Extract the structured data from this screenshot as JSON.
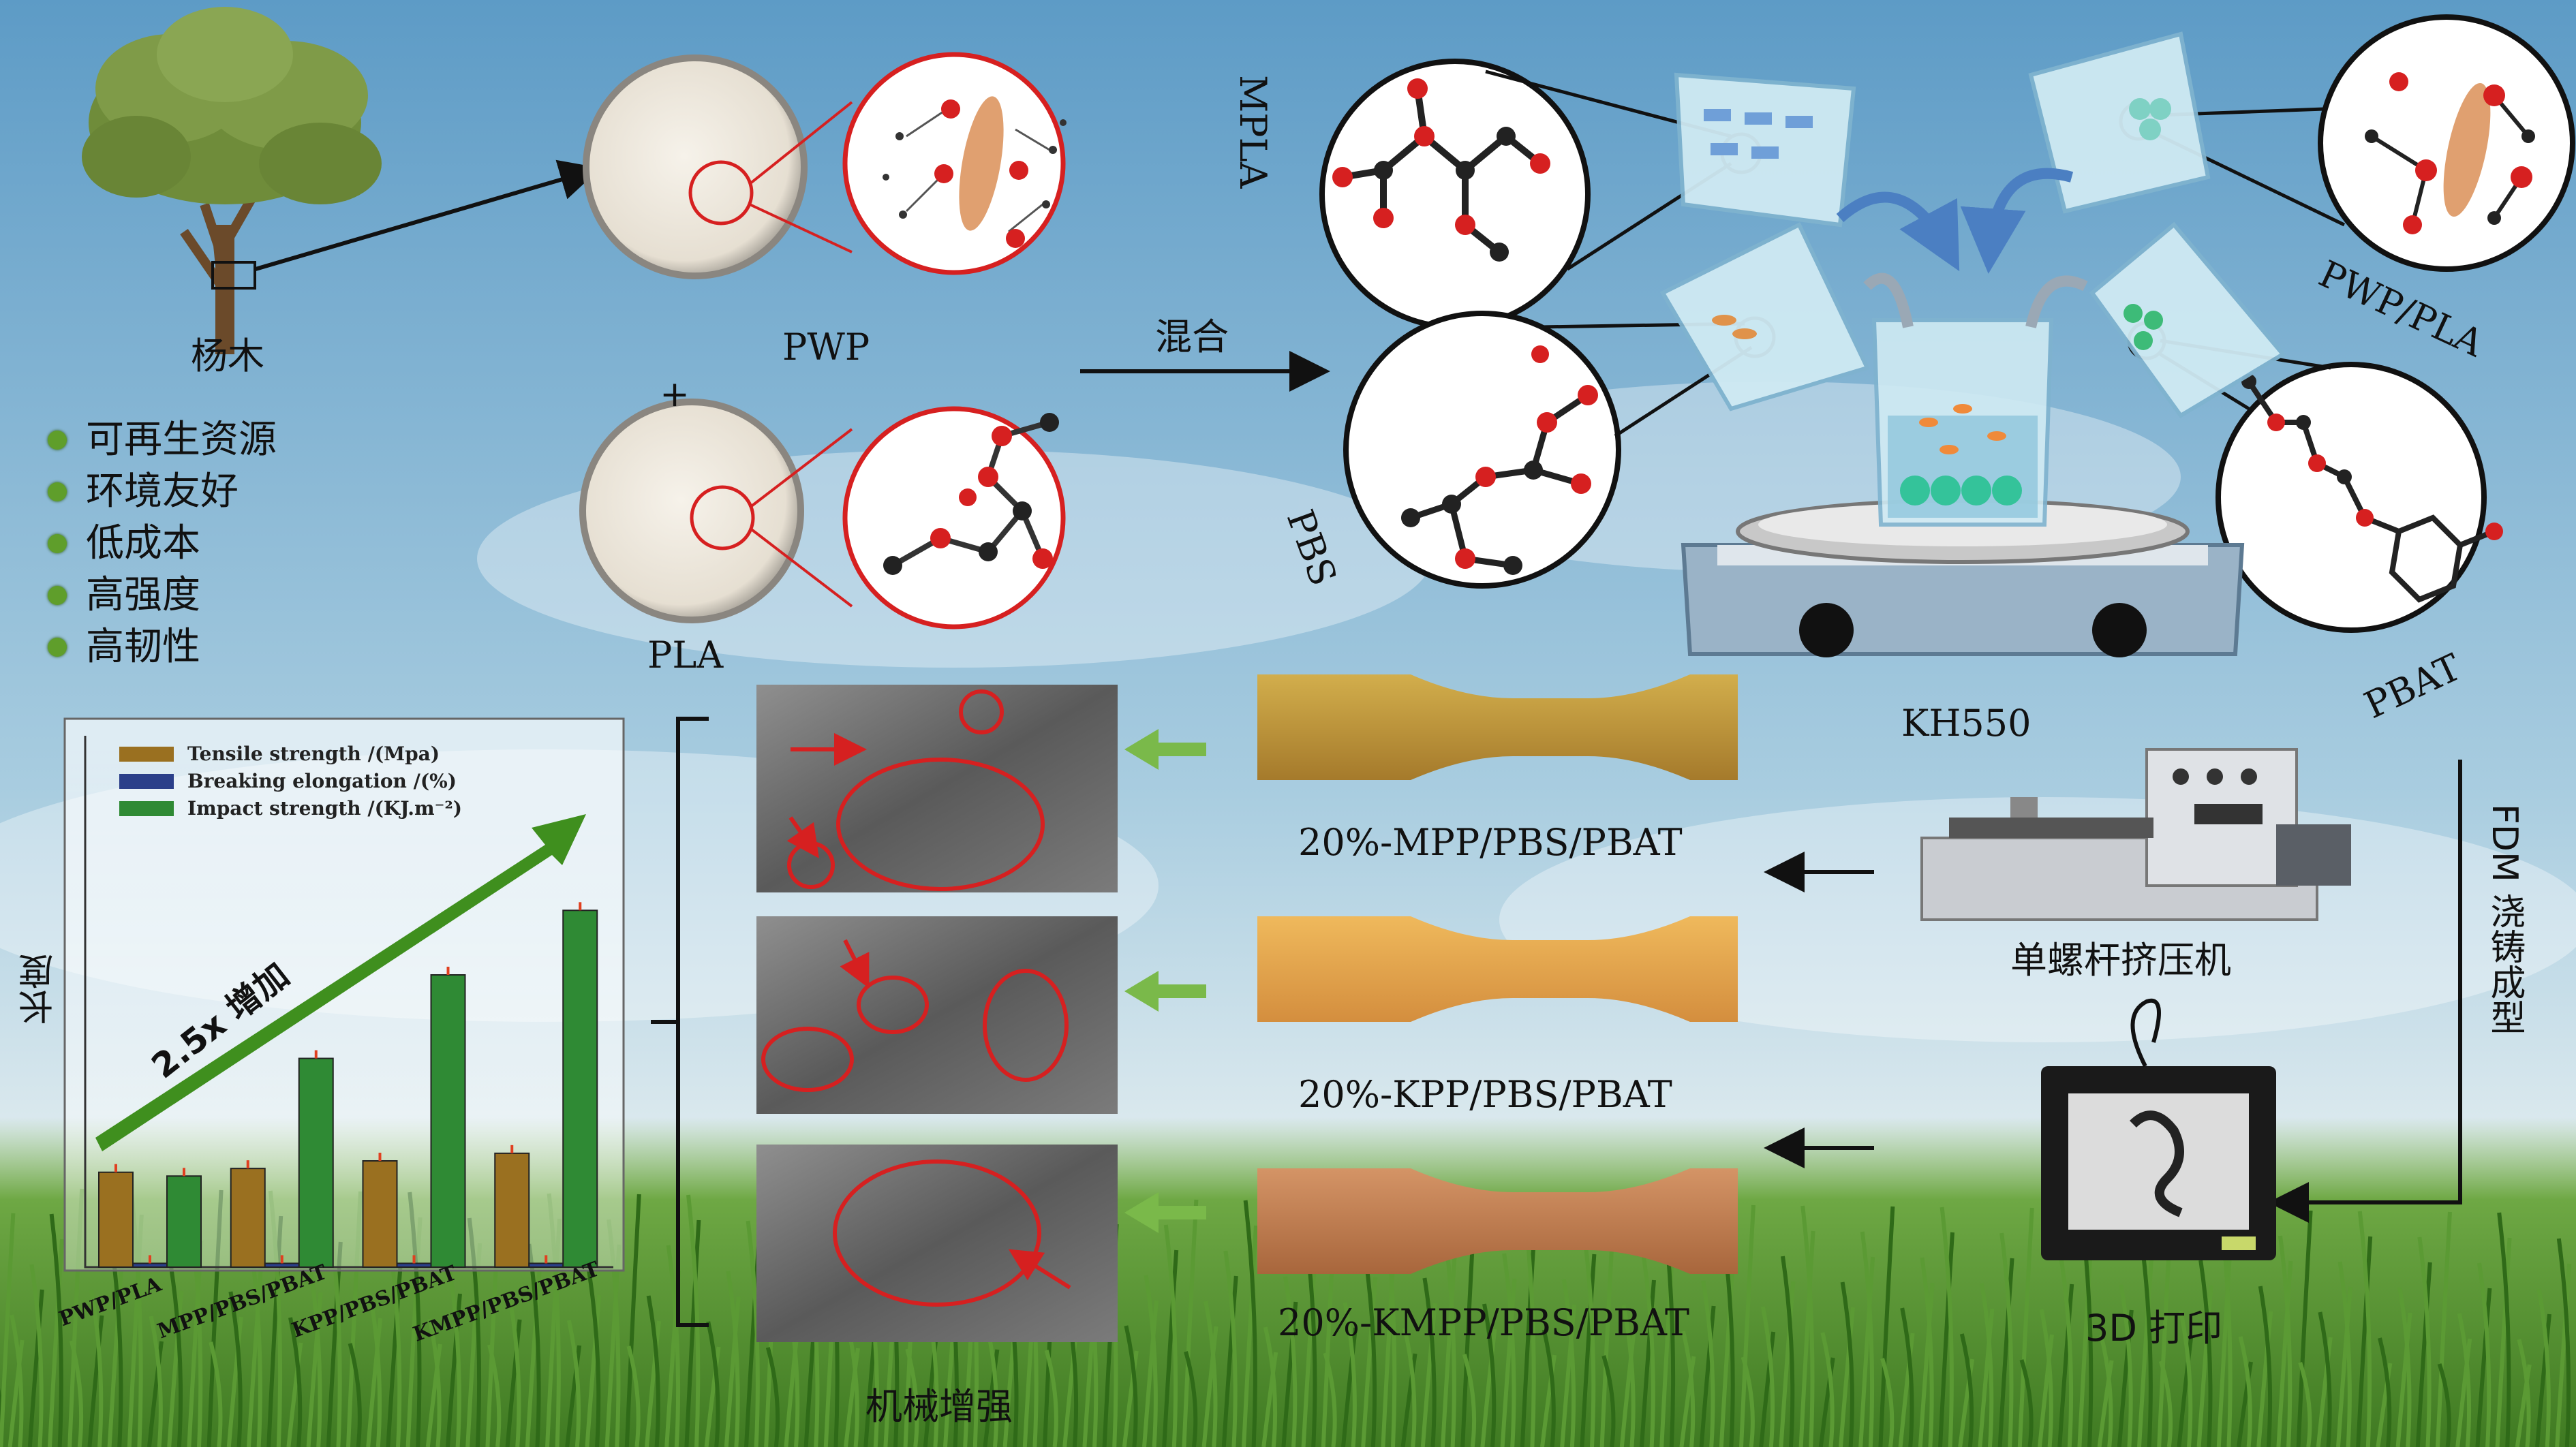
{
  "labels": {
    "poplar": "杨木",
    "pwp": "PWP",
    "pla": "PLA",
    "mix": "混合",
    "mpla": "MPLA",
    "pbs": "PBS",
    "pwp_pla": "PWP/PLA",
    "pbat": "PBAT",
    "kh550": "KH550",
    "fdm": "FDM 浇铸成型",
    "extruder": "单螺杆挤压机",
    "printer": "3D 打印",
    "mech": "机械增强",
    "sample1": "20%-MPP/PBS/PBAT",
    "sample2": "20%-KPP/PBS/PBAT",
    "sample3": "20%-KMPP/PBS/PBAT",
    "plus": "+"
  },
  "benefits": [
    "可再生资源",
    "环境友好",
    "低成本",
    "高强度",
    "高韧性"
  ],
  "colors": {
    "sky_top": "#6fa8cf",
    "sky_bottom": "#d9e8ef",
    "grass": "#4f8a2c",
    "red": "#d62020",
    "tensile": "#9a7020",
    "impact": "#2f8a34",
    "breaking": "#2b3f8a",
    "arrow_green": "#3f8f1e",
    "dogbone_top": "#c9a040",
    "dogbone_mid": "#e3a850",
    "dogbone_bot": "#c7845a"
  },
  "chart_data": {
    "type": "bar",
    "categories": [
      "PWP/PLA",
      "MPP/PBS/PBAT",
      "KPP/PBS/PBAT",
      "KMPP/PBS/PBAT"
    ],
    "series": [
      {
        "name": "Tensile strength /(Mpa)",
        "values": [
          25,
          26,
          28,
          30
        ]
      },
      {
        "name": "Breaking elongation /(%)",
        "values": [
          1,
          1,
          1,
          1
        ]
      },
      {
        "name": "Impact strength /(KJ.m⁻²)",
        "values": [
          24,
          55,
          77,
          94
        ]
      }
    ],
    "ylabel": "长度",
    "ylim": [
      0,
      140
    ],
    "annotation": "2.5x 增加",
    "legend": "top-left",
    "grid": false
  }
}
